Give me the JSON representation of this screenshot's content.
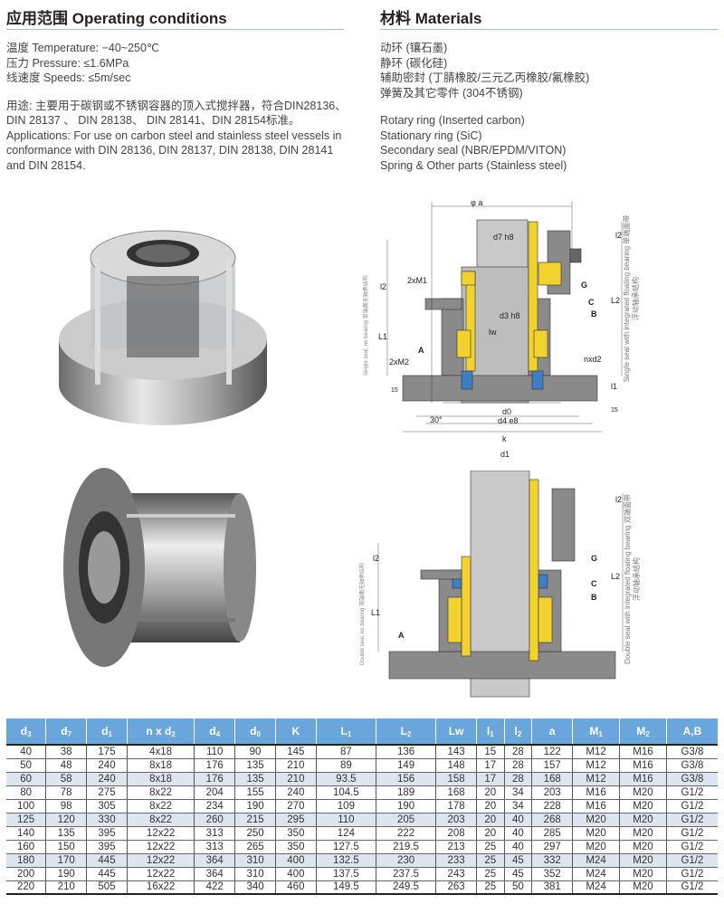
{
  "left": {
    "title": "应用范围 Operating conditions",
    "temp": "温度 Temperature: −40~250℃",
    "pressure": "压力 Pressure: ≤1.6MPa",
    "speed": "线速度 Speeds: ≤5m/sec",
    "use_cn_1": "用途: 主要用于碳钢或不锈钢容器的顶入式搅拌器，符合DIN28136、",
    "use_cn_2": "DIN 28137 、 DIN 28138、 DIN 28141、DIN 28154标准。",
    "use_en_1": "Applications: For use on carbon steel and stainless steel vessels in",
    "use_en_2": "conformance with DIN 28136, DIN 28137, DIN 28138, DIN 28141",
    "use_en_3": "and DIN 28154."
  },
  "right": {
    "title": "材料 Materials",
    "cn": [
      "动环 (镶石墨)",
      "静环 (碳化硅)",
      "辅助密封 (丁腈橡胶/三元乙丙橡胶/氟橡胶)",
      "弹簧及其它零件 (304不锈钢)"
    ],
    "en": [
      "Rotary ring (Inserted carbon)",
      "Stationary ring (SiC)",
      "Secondary seal (NBR/EPDM/VITON)",
      "Spring & Other parts (Stainless steel)"
    ]
  },
  "diagram1": {
    "labels": {
      "a": "φ a",
      "d7": "d7 h8",
      "d3": "d3 h8",
      "lw": "lw",
      "l2": "l2",
      "l2b": "l2",
      "L1": "L1",
      "L2": "L2",
      "m1": "2xM1",
      "m2": "2xM2",
      "A": "A",
      "B": "B",
      "C": "C",
      "G": "G",
      "nxd2": "nxd2",
      "l1": "l1",
      "d0": "d0",
      "d4": "d4 e8",
      "k": "k",
      "d1": "d1",
      "deg": "30°",
      "n15a": "15",
      "n15b": "15"
    },
    "cap_left": "Single seal, no bearing 单端面无轴承结构",
    "cap_right": "Single seal with integrated floating bearing 单端面带浮动轴承结构"
  },
  "diagram2": {
    "labels": {
      "l2": "l2",
      "l2b": "l2",
      "L1": "L1",
      "L2": "L2",
      "A": "A",
      "B": "B",
      "C": "C",
      "G": "G"
    },
    "cap_left": "Double seal, no bearing 双端面无轴承结构",
    "cap_right": "Double seal with integrated floating bearing 双端面带浮动轴承结构"
  },
  "table": {
    "headers": [
      [
        "d",
        "3"
      ],
      [
        "d",
        "7"
      ],
      [
        "d",
        "1"
      ],
      [
        "n x d",
        "2"
      ],
      [
        "d",
        "4"
      ],
      [
        "d",
        "0"
      ],
      [
        "K",
        ""
      ],
      [
        "L",
        "1"
      ],
      [
        "L",
        "2"
      ],
      [
        "Lw",
        ""
      ],
      [
        "l",
        "1"
      ],
      [
        "l",
        "2"
      ],
      [
        "a",
        ""
      ],
      [
        "M",
        "1"
      ],
      [
        "M",
        "2"
      ],
      [
        "A,B",
        ""
      ]
    ],
    "rows": [
      [
        "40",
        "38",
        "175",
        "4x18",
        "110",
        "90",
        "145",
        "87",
        "136",
        "143",
        "15",
        "28",
        "122",
        "M12",
        "M16",
        "G3/8"
      ],
      [
        "50",
        "48",
        "240",
        "8x18",
        "176",
        "135",
        "210",
        "89",
        "149",
        "148",
        "17",
        "28",
        "157",
        "M12",
        "M16",
        "G3/8"
      ],
      [
        "60",
        "58",
        "240",
        "8x18",
        "176",
        "135",
        "210",
        "93.5",
        "156",
        "158",
        "17",
        "28",
        "168",
        "M12",
        "M16",
        "G3/8"
      ],
      [
        "80",
        "78",
        "275",
        "8x22",
        "204",
        "155",
        "240",
        "104.5",
        "189",
        "168",
        "20",
        "34",
        "203",
        "M16",
        "M20",
        "G1/2"
      ],
      [
        "100",
        "98",
        "305",
        "8x22",
        "234",
        "190",
        "270",
        "109",
        "190",
        "178",
        "20",
        "34",
        "228",
        "M16",
        "M20",
        "G1/2"
      ],
      [
        "125",
        "120",
        "330",
        "8x22",
        "260",
        "215",
        "295",
        "110",
        "205",
        "203",
        "20",
        "40",
        "268",
        "M20",
        "M20",
        "G1/2"
      ],
      [
        "140",
        "135",
        "395",
        "12x22",
        "313",
        "250",
        "350",
        "124",
        "222",
        "208",
        "20",
        "40",
        "285",
        "M20",
        "M20",
        "G1/2"
      ],
      [
        "160",
        "150",
        "395",
        "12x22",
        "313",
        "265",
        "350",
        "127.5",
        "219.5",
        "213",
        "25",
        "40",
        "297",
        "M20",
        "M20",
        "G1/2"
      ],
      [
        "180",
        "170",
        "445",
        "12x22",
        "364",
        "310",
        "400",
        "132.5",
        "230",
        "233",
        "25",
        "45",
        "332",
        "M24",
        "M20",
        "G1/2"
      ],
      [
        "200",
        "190",
        "445",
        "12x22",
        "364",
        "310",
        "400",
        "137.5",
        "237.5",
        "243",
        "25",
        "45",
        "352",
        "M24",
        "M20",
        "G1/2"
      ],
      [
        "220",
        "210",
        "505",
        "16x22",
        "422",
        "340",
        "460",
        "149.5",
        "249.5",
        "263",
        "25",
        "50",
        "381",
        "M24",
        "M20",
        "G1/2"
      ]
    ]
  },
  "colors": {
    "header": "#6aa6dc",
    "stripe": "#dde5ee",
    "yellow": "#f2d22e",
    "steel": "#9a9a9a",
    "blue": "#3d7fc2"
  }
}
